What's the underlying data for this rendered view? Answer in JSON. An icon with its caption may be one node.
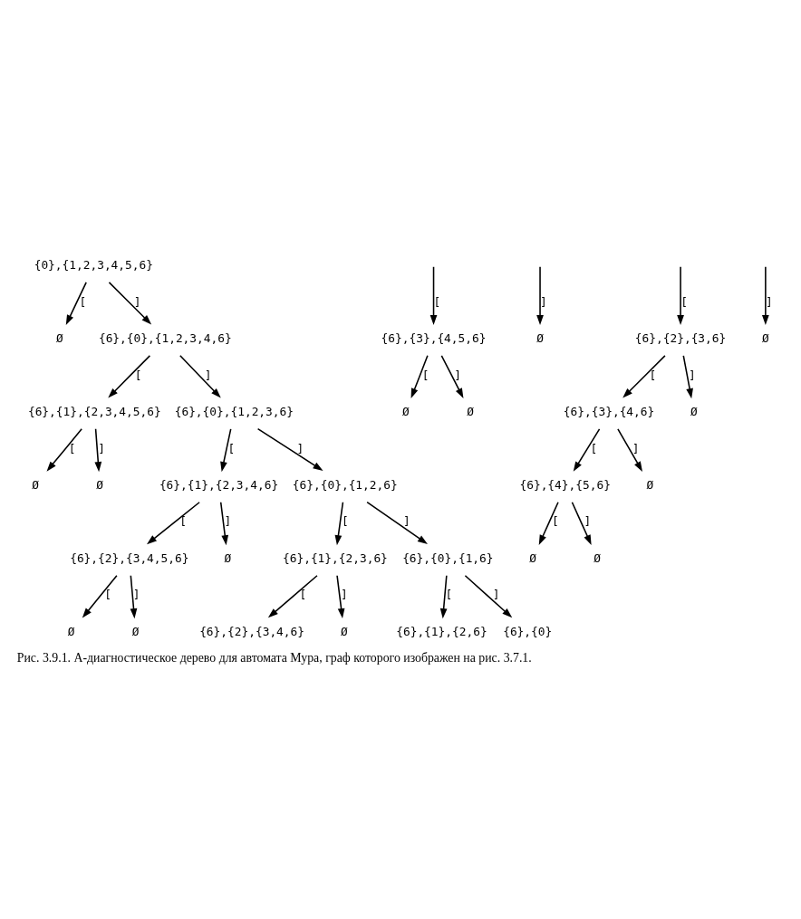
{
  "diagram": {
    "caption": "Рис. 3.9.1. А-диагностическое дерево для автомата Мура, граф которого изображен на рис. 3.7.1.",
    "nodes": [
      {
        "text": [
          "{0},{1,2,3,4,5,6}"
        ]
      },
      {
        "text": [
          "Ø"
        ]
      },
      {
        "text": [
          "{6},{0},{1,2,3,4,6}"
        ]
      },
      {
        "text": [
          "{6},{1},{2,3,4,5,6}"
        ]
      },
      {
        "text": [
          "{6},{0},{1,2,3,6}"
        ]
      },
      {
        "text": [
          "Ø"
        ]
      },
      {
        "text": [
          "Ø"
        ]
      },
      {
        "text": [
          "{6},{1},{2,3,4,6}"
        ]
      },
      {
        "text": [
          "{6},{0},{1,2,6}"
        ]
      },
      {
        "text": [
          "{6},{2},{3,4,5,6}"
        ]
      },
      {
        "text": [
          "Ø"
        ]
      },
      {
        "text": [
          "{6},{1},{2,3,6}"
        ]
      },
      {
        "text": [
          "{6},{0},{1,6}"
        ]
      },
      {
        "text": [
          "Ø"
        ]
      },
      {
        "text": [
          "Ø"
        ]
      },
      {
        "text": [
          "{6},{2},{3,4,6}"
        ]
      },
      {
        "text": [
          "Ø"
        ]
      },
      {
        "text": [
          "{6},{1},{2,6}"
        ]
      },
      {
        "text": [
          "{6},{0}"
        ]
      },
      {
        "text": [
          "{6},{3},{4,5,6}"
        ]
      },
      {
        "text": [
          "Ø"
        ]
      },
      {
        "text": [
          "{6},{2},{3,6}"
        ]
      },
      {
        "text": [
          "Ø"
        ]
      },
      {
        "text": [
          "Ø"
        ]
      },
      {
        "text": [
          "Ø"
        ]
      },
      {
        "text": [
          "{6},{3},{4,6}"
        ]
      },
      {
        "text": [
          "Ø"
        ]
      },
      {
        "text": [
          "{6},{4},{5,6}"
        ]
      },
      {
        "text": [
          "Ø"
        ]
      },
      {
        "text": [
          "Ø"
        ]
      },
      {
        "text": [
          "Ø"
        ]
      }
    ],
    "edges": [
      {
        "from": 0,
        "to": 1,
        "arrow": "to",
        "label": "["
      },
      {
        "from": 0,
        "to": 2,
        "arrow": "to",
        "label": "]"
      },
      {
        "from": 2,
        "to": 3,
        "arrow": "to",
        "label": "["
      },
      {
        "from": 2,
        "to": 4,
        "arrow": "to",
        "label": "]"
      },
      {
        "from": 3,
        "to": 5,
        "arrow": "to",
        "label": "["
      },
      {
        "from": 3,
        "to": 6,
        "arrow": "to",
        "label": "]"
      },
      {
        "from": 4,
        "to": 7,
        "arrow": "to",
        "label": "["
      },
      {
        "from": 4,
        "to": 8,
        "arrow": "to",
        "label": "]"
      },
      {
        "from": 7,
        "to": 9,
        "arrow": "to",
        "label": "["
      },
      {
        "from": 7,
        "to": 10,
        "arrow": "to",
        "label": "]"
      },
      {
        "from": 8,
        "to": 11,
        "arrow": "to",
        "label": "["
      },
      {
        "from": 8,
        "to": 12,
        "arrow": "to",
        "label": "]"
      },
      {
        "from": 9,
        "to": 13,
        "arrow": "to",
        "label": "["
      },
      {
        "from": 9,
        "to": 14,
        "arrow": "to",
        "label": "]"
      },
      {
        "from": 11,
        "to": 15,
        "arrow": "to",
        "label": "["
      },
      {
        "from": 11,
        "to": 16,
        "arrow": "to",
        "label": "]"
      },
      {
        "from": 12,
        "to": 17,
        "arrow": "to",
        "label": "["
      },
      {
        "from": 12,
        "to": 18,
        "arrow": "to",
        "label": "]"
      },
      {
        "from": null,
        "to": 19,
        "arrow": "to",
        "label": "["
      },
      {
        "from": null,
        "to": 20,
        "arrow": "to",
        "label": "]"
      },
      {
        "from": null,
        "to": 21,
        "arrow": "to",
        "label": "["
      },
      {
        "from": null,
        "to": 22,
        "arrow": "to",
        "label": "]"
      },
      {
        "from": 19,
        "to": 23,
        "arrow": "to",
        "label": "["
      },
      {
        "from": 19,
        "to": 24,
        "arrow": "to",
        "label": "]"
      },
      {
        "from": 21,
        "to": 25,
        "arrow": "to",
        "label": "["
      },
      {
        "from": 21,
        "to": 26,
        "arrow": "to",
        "label": "]"
      },
      {
        "from": 25,
        "to": 27,
        "arrow": "to",
        "label": "["
      },
      {
        "from": 25,
        "to": 28,
        "arrow": "to",
        "label": "]"
      },
      {
        "from": 27,
        "to": 29,
        "arrow": "to",
        "label": "["
      },
      {
        "from": 27,
        "to": 30,
        "arrow": "to",
        "label": "]"
      }
    ]
  }
}
